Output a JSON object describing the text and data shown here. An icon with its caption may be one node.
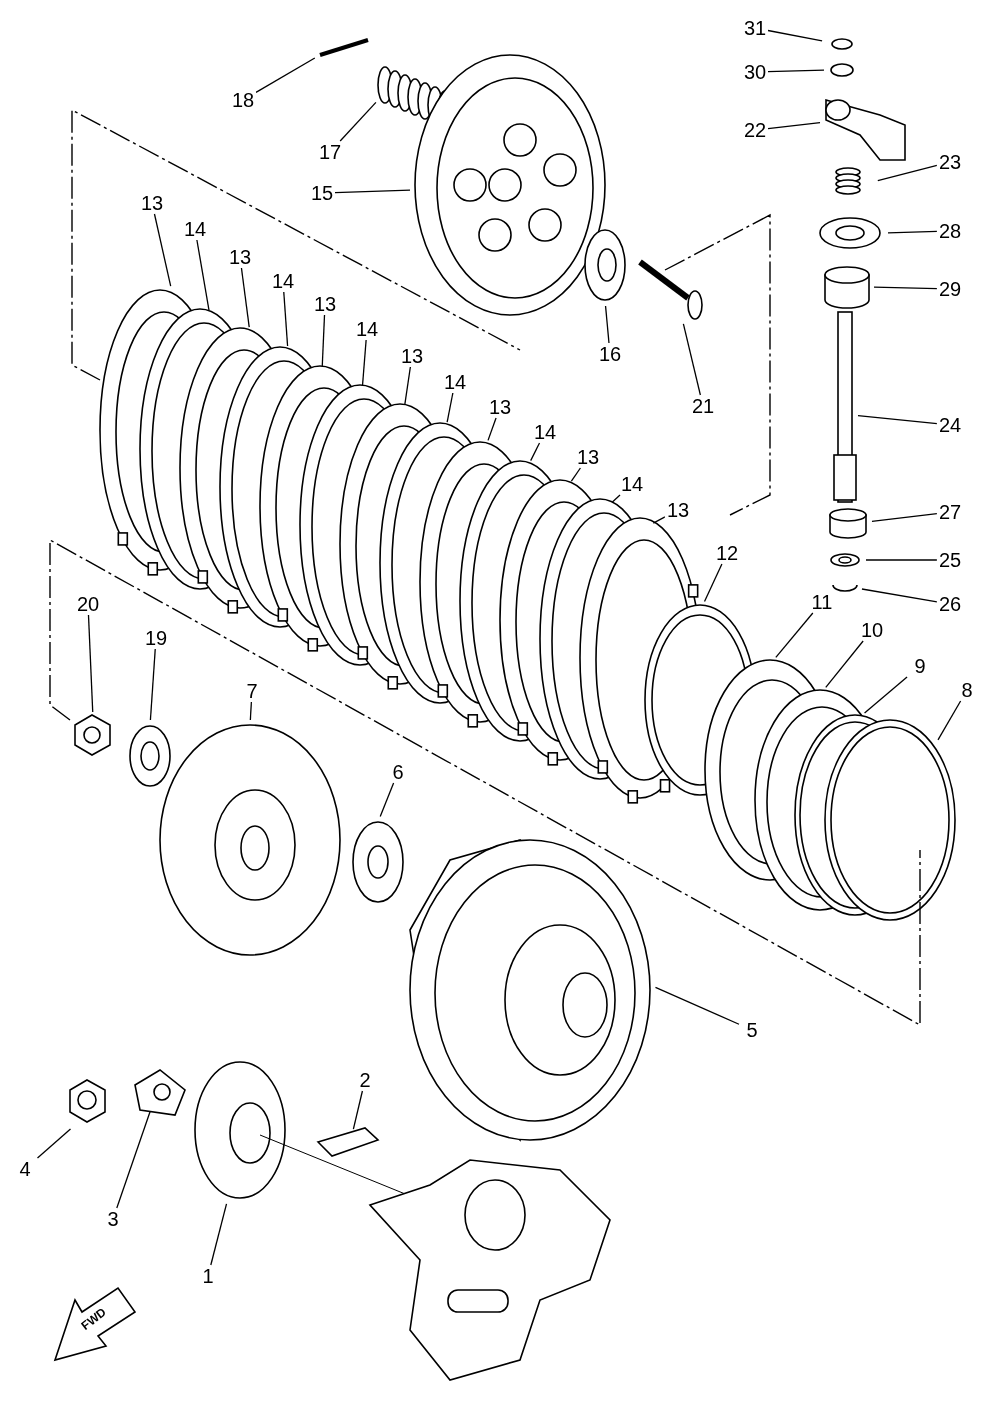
{
  "diagram": {
    "nodes": [
      {
        "text": [
          "31"
        ]
      },
      {
        "text": [
          "30"
        ]
      },
      {
        "text": [
          "18"
        ]
      },
      {
        "text": [
          "22"
        ]
      },
      {
        "text": [
          "17"
        ]
      },
      {
        "text": [
          "23"
        ]
      },
      {
        "text": [
          "15"
        ]
      },
      {
        "text": [
          "13"
        ]
      },
      {
        "text": [
          "14"
        ]
      },
      {
        "text": [
          "13"
        ]
      },
      {
        "text": [
          "28"
        ]
      },
      {
        "text": [
          "14"
        ]
      },
      {
        "text": [
          "13"
        ]
      },
      {
        "text": [
          "29"
        ]
      },
      {
        "text": [
          "14"
        ]
      },
      {
        "text": [
          "16"
        ]
      },
      {
        "text": [
          "13"
        ]
      },
      {
        "text": [
          "14"
        ]
      },
      {
        "text": [
          "21"
        ]
      },
      {
        "text": [
          "13"
        ]
      },
      {
        "text": [
          "24"
        ]
      },
      {
        "text": [
          "14"
        ]
      },
      {
        "text": [
          "13"
        ]
      },
      {
        "text": [
          "14"
        ]
      },
      {
        "text": [
          "13"
        ]
      },
      {
        "text": [
          "27"
        ]
      },
      {
        "text": [
          "12"
        ]
      },
      {
        "text": [
          "25"
        ]
      },
      {
        "text": [
          "11"
        ]
      },
      {
        "text": [
          "26"
        ]
      },
      {
        "text": [
          "20"
        ]
      },
      {
        "text": [
          "10"
        ]
      },
      {
        "text": [
          "19"
        ]
      },
      {
        "text": [
          "9"
        ]
      },
      {
        "text": [
          "8"
        ]
      },
      {
        "text": [
          "7"
        ]
      },
      {
        "text": [
          "6"
        ]
      },
      {
        "text": [
          "5"
        ]
      },
      {
        "text": [
          "2"
        ]
      },
      {
        "text": [
          "4"
        ]
      },
      {
        "text": [
          "3"
        ]
      },
      {
        "text": [
          "1"
        ]
      }
    ],
    "edges": [
      {
        "from": 0,
        "to": null,
        "arrow": "none"
      },
      {
        "from": 1,
        "to": null,
        "arrow": "none"
      },
      {
        "from": 2,
        "to": null,
        "arrow": "none"
      },
      {
        "from": 3,
        "to": null,
        "arrow": "none"
      },
      {
        "from": 4,
        "to": null,
        "arrow": "none"
      },
      {
        "from": 5,
        "to": null,
        "arrow": "none"
      },
      {
        "from": 6,
        "to": null,
        "arrow": "none"
      },
      {
        "from": 7,
        "to": null,
        "arrow": "none"
      },
      {
        "from": 8,
        "to": null,
        "arrow": "none"
      },
      {
        "from": 9,
        "to": null,
        "arrow": "none"
      },
      {
        "from": 10,
        "to": null,
        "arrow": "none"
      },
      {
        "from": 11,
        "to": null,
        "arrow": "none"
      },
      {
        "from": 12,
        "to": null,
        "arrow": "none"
      },
      {
        "from": 13,
        "to": null,
        "arrow": "none"
      },
      {
        "from": 14,
        "to": null,
        "arrow": "none"
      },
      {
        "from": 15,
        "to": null,
        "arrow": "none"
      },
      {
        "from": 16,
        "to": null,
        "arrow": "none"
      },
      {
        "from": 17,
        "to": null,
        "arrow": "none"
      },
      {
        "from": 18,
        "to": null,
        "arrow": "none"
      },
      {
        "from": 19,
        "to": null,
        "arrow": "none"
      },
      {
        "from": 20,
        "to": null,
        "arrow": "none"
      },
      {
        "from": 21,
        "to": null,
        "arrow": "none"
      },
      {
        "from": 22,
        "to": null,
        "arrow": "none"
      },
      {
        "from": 23,
        "to": null,
        "arrow": "none"
      },
      {
        "from": 24,
        "to": null,
        "arrow": "none"
      },
      {
        "from": 25,
        "to": null,
        "arrow": "none"
      },
      {
        "from": 26,
        "to": null,
        "arrow": "none"
      },
      {
        "from": 27,
        "to": null,
        "arrow": "none"
      },
      {
        "from": 28,
        "to": null,
        "arrow": "none"
      },
      {
        "from": 29,
        "to": null,
        "arrow": "none"
      },
      {
        "from": 30,
        "to": null,
        "arrow": "none"
      },
      {
        "from": 31,
        "to": null,
        "arrow": "none"
      },
      {
        "from": 32,
        "to": null,
        "arrow": "none"
      },
      {
        "from": 33,
        "to": null,
        "arrow": "none"
      },
      {
        "from": 34,
        "to": null,
        "arrow": "none"
      },
      {
        "from": 35,
        "to": null,
        "arrow": "none"
      },
      {
        "from": 36,
        "to": null,
        "arrow": "none"
      },
      {
        "from": 37,
        "to": null,
        "arrow": "none"
      },
      {
        "from": 38,
        "to": null,
        "arrow": "none"
      },
      {
        "from": 39,
        "to": null,
        "arrow": "none"
      },
      {
        "from": 40,
        "to": null,
        "arrow": "none"
      },
      {
        "from": 41,
        "to": null,
        "arrow": "none"
      }
    ],
    "labels": [
      "FWD"
    ]
  }
}
